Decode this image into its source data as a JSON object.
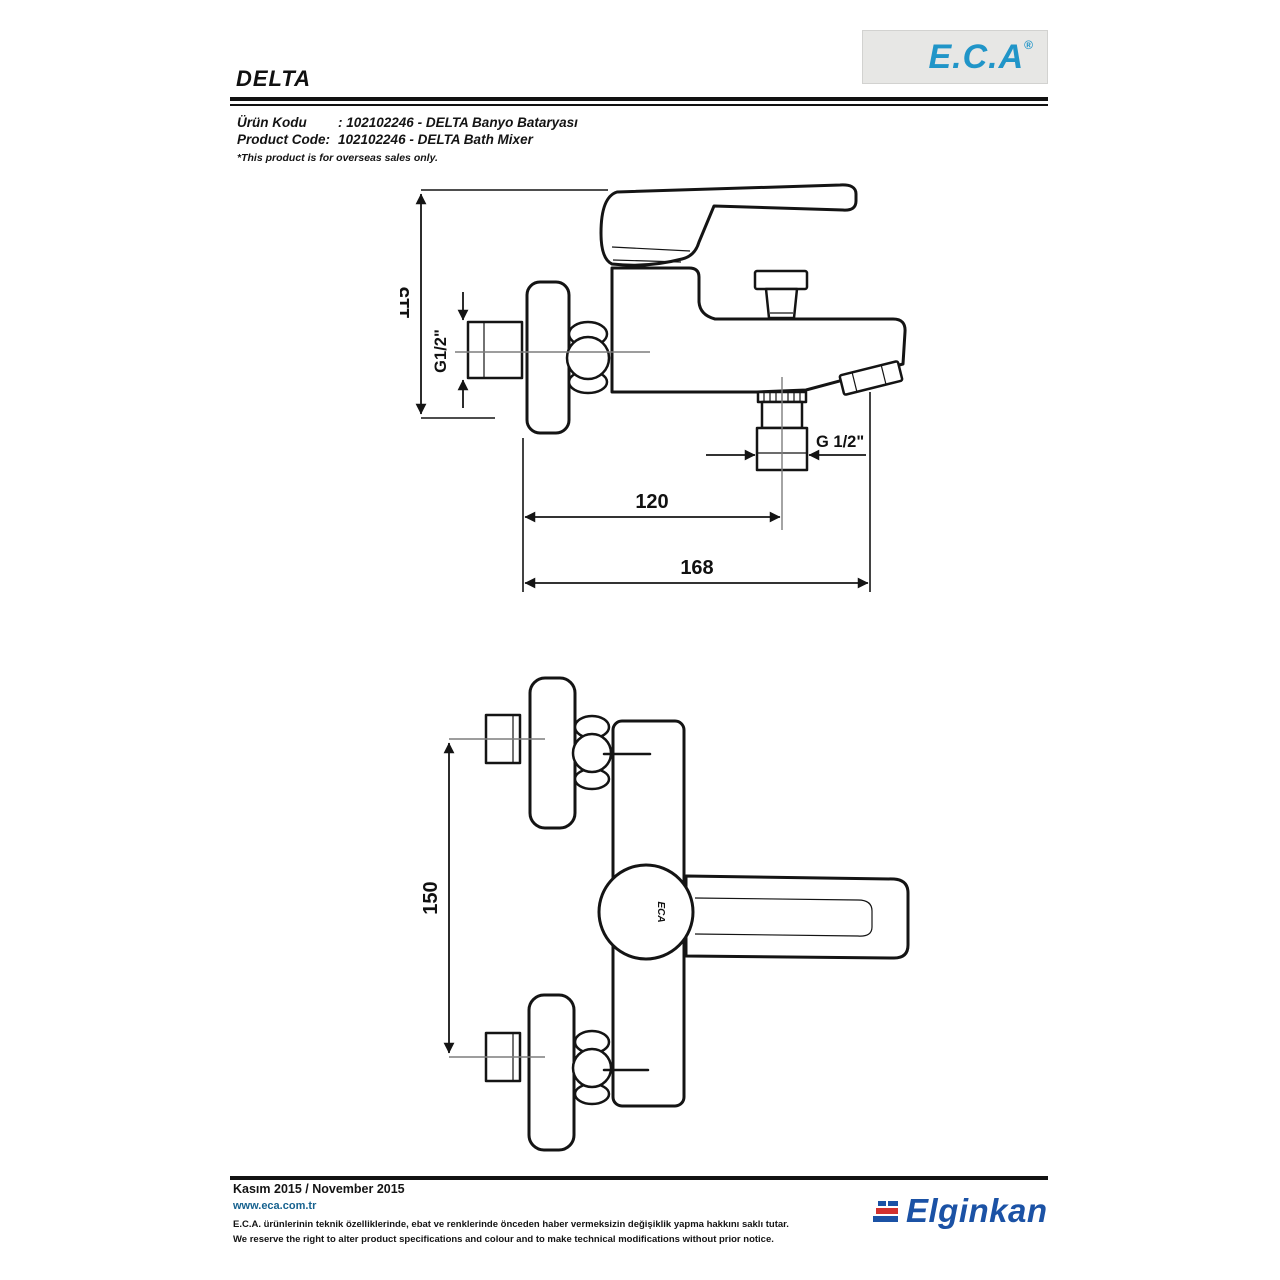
{
  "brand": {
    "logo_text": "E.C.A",
    "logo_reg": "®",
    "footer_logo_text": "Elginkan"
  },
  "header": {
    "title": "DELTA"
  },
  "product": {
    "label_tr": "Ürün Kodu",
    "value_tr": ": 102102246 - DELTA Banyo Bataryası",
    "label_en": "Product Code:",
    "value_en": "102102246 - DELTA Bath Mixer",
    "note": "*This product is for overseas sales only."
  },
  "drawings": {
    "side": {
      "dim_height": "115",
      "dim_thread_left": "G1/2\"",
      "dim_thread_bottom": "G 1/2\"",
      "dim_spout_center": "120",
      "dim_total_reach": "168"
    },
    "front": {
      "dim_connection_spacing": "150",
      "body_mark": "ECA"
    }
  },
  "footer": {
    "date": "Kasım 2015 / November 2015",
    "website": "www.eca.com.tr",
    "legal_tr": "E.C.A. ürünlerinin teknik özelliklerinde, ebat ve renklerinde önceden haber vermeksizin değişiklik yapma hakkını saklı tutar.",
    "legal_en": "We reserve the right to alter product specifications and colour and to make technical modifications without prior notice."
  },
  "colors": {
    "eca_blue": "#2095c8",
    "elginkan_blue": "#1b52a5",
    "elginkan_red": "#d2312e",
    "link_blue": "#17628f",
    "line_black": "#141414",
    "logo_bg": "#e7e7e5"
  }
}
